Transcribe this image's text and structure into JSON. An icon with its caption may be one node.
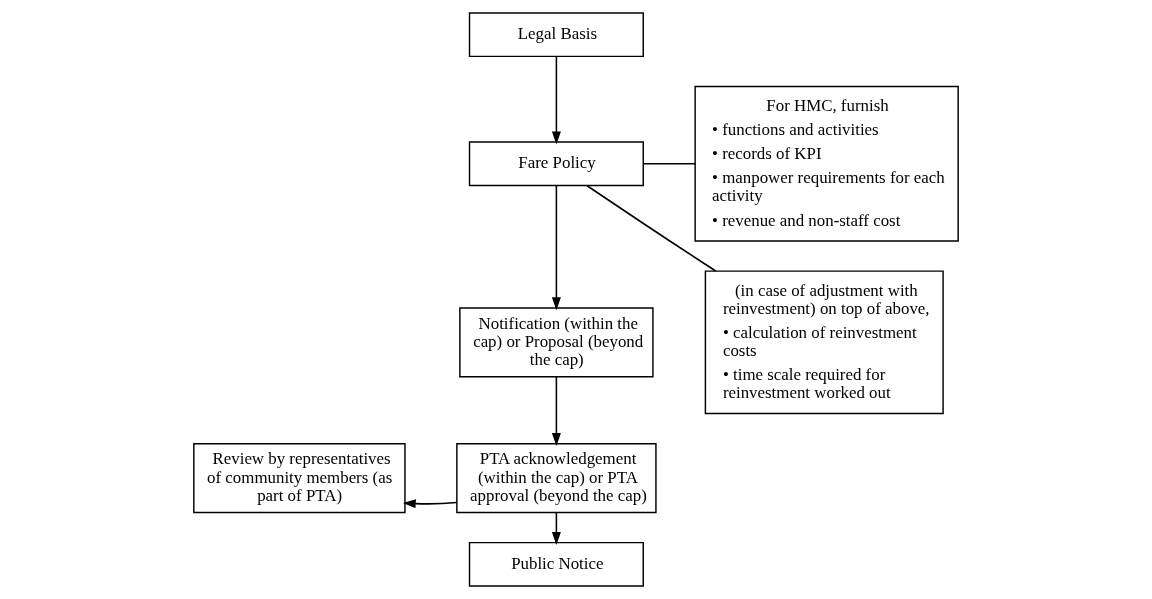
{
  "diagram": {
    "nodes": [
      {
        "text": [
          "Legal Basis"
        ]
      },
      {
        "text": [
          "Fare Policy"
        ]
      },
      {
        "text": [
          "Notification (within the cap) or Proposal (beyond the cap)"
        ]
      },
      {
        "text": [
          "Review by representatives of community members (as part of PTA)"
        ]
      },
      {
        "text": [
          "PTA acknowledgement (within the cap) or PTA approval (beyond the cap)"
        ]
      },
      {
        "text": [
          "Public Notice"
        ]
      },
      {
        "text": [
          "For HMC, furnish",
          "• functions and activities",
          "• records of KPI",
          "• manpower requirements for each activity",
          "• revenue and non-staff cost"
        ]
      },
      {
        "text": [
          "(in case of adjustment with reinvestment) on top of above,",
          "• calculation of reinvestment costs",
          "• time scale required for reinvestment worked out"
        ]
      }
    ],
    "edges": [
      {
        "from": 0,
        "to": 1,
        "arrow": "to"
      },
      {
        "from": 1,
        "to": 2,
        "arrow": "to"
      },
      {
        "from": 2,
        "to": 4,
        "arrow": "to"
      },
      {
        "from": 4,
        "to": 3,
        "arrow": "to"
      },
      {
        "from": 4,
        "to": 5,
        "arrow": "to"
      },
      {
        "from": 1,
        "to": 6,
        "arrow": "none"
      },
      {
        "from": 1,
        "to": 7,
        "arrow": "none"
      }
    ]
  }
}
